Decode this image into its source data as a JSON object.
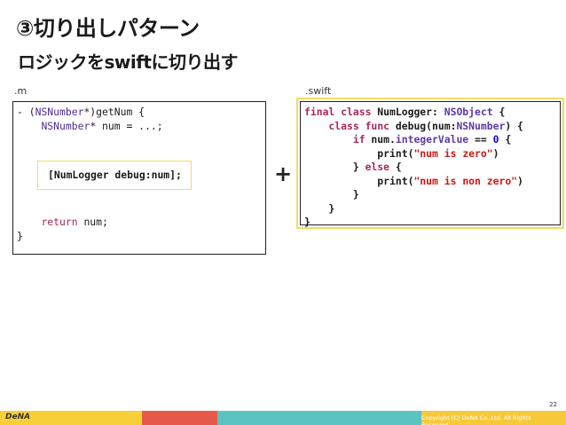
{
  "slide": {
    "title": "③切り出しパターン",
    "subtitle": "ロジックをswiftに切り出す",
    "page_number": "22"
  },
  "objc_panel": {
    "file_label": ".m",
    "lines": {
      "l1_dash": "- (",
      "l1_type": "NSNumber",
      "l1_rest": "*)getNum {",
      "l2_indent": "    ",
      "l2_type": "NSNumber",
      "l2_rest": "* num = ...;",
      "call": "[NumLogger debug:num];",
      "ret_indent": "    ",
      "ret_kw": "return",
      "ret_rest": " num;",
      "close": "}"
    }
  },
  "operator": "+",
  "swift_panel": {
    "file_label": ".swift",
    "lines": {
      "l1_kw": "final class",
      "l1_name": " NumLogger: ",
      "l1_type": "NSObject",
      "l1_rest": " {",
      "l2_kw": "    class func",
      "l2_name": " debug(num:",
      "l2_type": "NSNumber",
      "l2_rest": ") {",
      "l3_kw": "        if",
      "l3_a": " num.",
      "l3_prop": "integerValue",
      "l3_b": " == ",
      "l3_num": "0",
      "l3_c": " {",
      "l4_a": "            print(",
      "l4_str": "\"num is zero\"",
      "l4_b": ")",
      "l5_a": "        } ",
      "l5_kw": "else",
      "l5_b": " {",
      "l6_a": "            print(",
      "l6_str": "\"num is non zero\"",
      "l6_b": ")",
      "l7": "        }",
      "l8": "    }",
      "l9": "}"
    }
  },
  "footer": {
    "logo": "DeNA",
    "copyright": "Copyright (C) DeNA Co.,Ltd. All Rights Reserved."
  },
  "colors": {
    "highlight": "#f2dc63",
    "footer_yellow": "#f7d038",
    "footer_red": "#e75a4a",
    "footer_teal": "#5cc3c3"
  }
}
